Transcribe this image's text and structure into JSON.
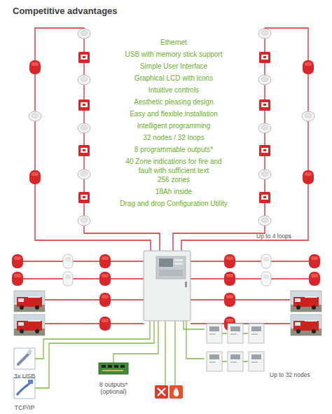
{
  "diagram": {
    "title": "Competitive advantages",
    "nodes": [
      {
        "text": [
          "3x USB"
        ]
      },
      {
        "text": [
          "8 outputs* (optional)"
        ]
      },
      {
        "text": [
          "TCP/IP"
        ]
      }
    ],
    "labels": [
      "Ethernet",
      "USB with memory stick support",
      "Simple User Interface",
      "Graphical LCD with icons",
      "Intuitive controls",
      "Aesthetic pleasing design",
      "Easy and flexible installation",
      "Intelligent programming",
      "32 nodes / 32 loops",
      "8 programmable outputs*",
      "40 Zone indications for fire and fault with sufficient text",
      "256 zones",
      "18Ah inside",
      "Drag and drop Configuration Utility",
      "Up to 4 loops",
      "Up to 32 nodes"
    ]
  }
}
